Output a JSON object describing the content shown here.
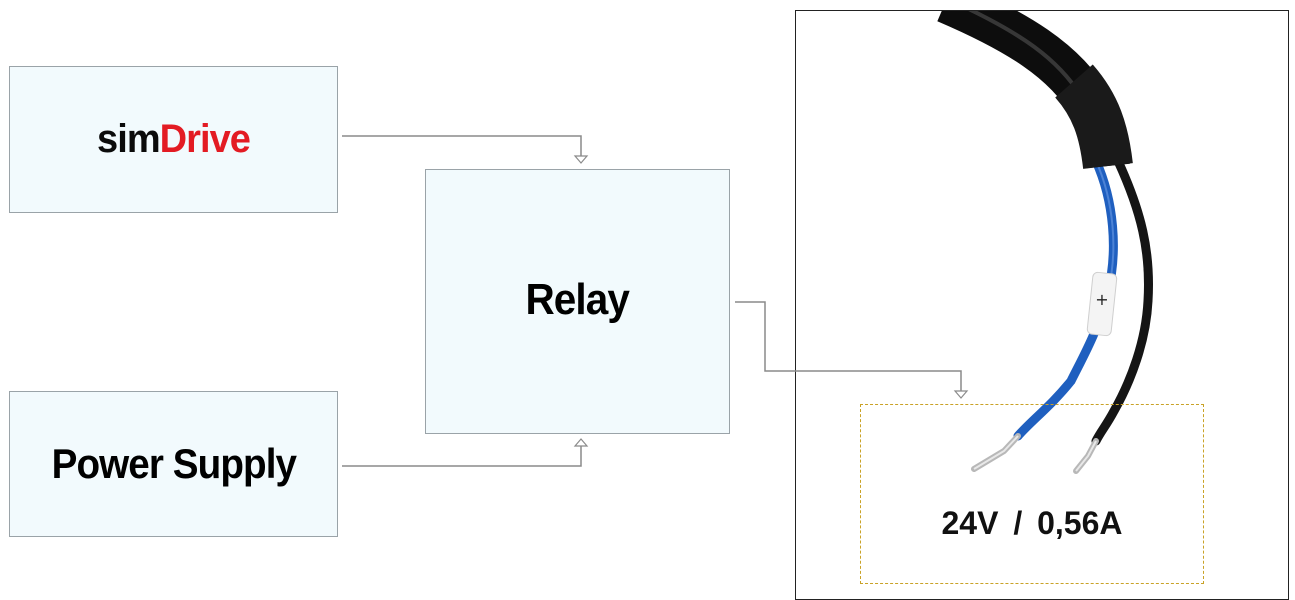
{
  "blocks": {
    "simdrive": {
      "label_sim": "sim",
      "label_drive": "Drive"
    },
    "relay": {
      "label": "Relay"
    },
    "power_supply": {
      "label": "Power Supply"
    }
  },
  "photo": {
    "wire_marker": "+",
    "spec_label": "24V  /  0,56A"
  },
  "colors": {
    "block_fill": "#f2fafd",
    "block_border": "#9aa3a8",
    "brand_red": "#e31b23",
    "connector": "#8a8a8a",
    "spec_border": "#c9a227",
    "wire_blue": "#1f5fbf",
    "wire_black": "#151515"
  }
}
